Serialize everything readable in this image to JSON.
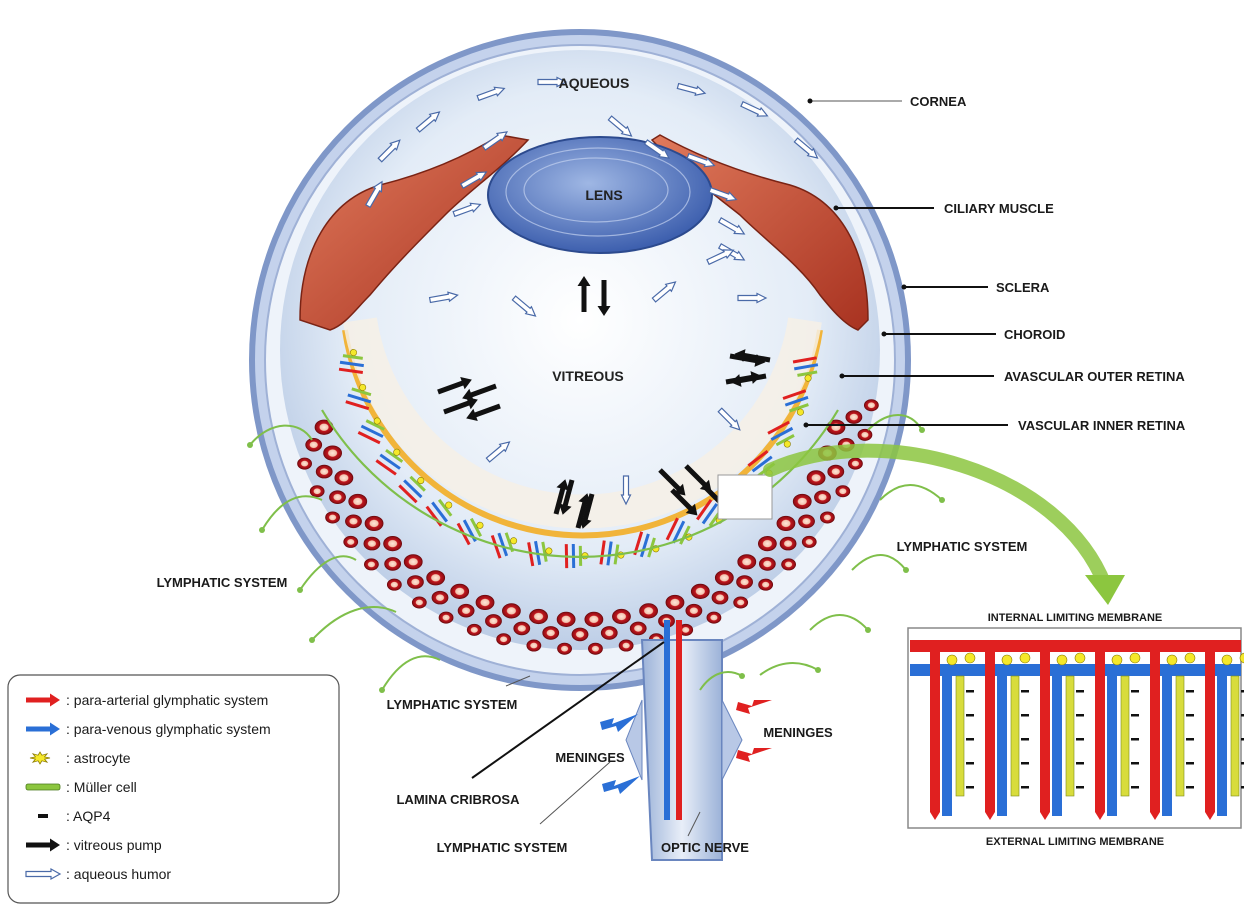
{
  "labels": {
    "aqueous": "AQUEOUS",
    "lens": "LENS",
    "vitreous": "VITREOUS",
    "cornea": "CORNEA",
    "ciliary_muscle": "CILIARY MUSCLE",
    "sclera": "SCLERA",
    "choroid": "CHOROID",
    "avascular_outer_retina": "AVASCULAR OUTER RETINA",
    "vascular_inner_retina": "VASCULAR INNER RETINA",
    "lymphatic_left": "LYMPHATIC SYSTEM",
    "lymphatic_right": "LYMPHATIC SYSTEM",
    "lymphatic_bottom": "LYMPHATIC SYSTEM",
    "lymphatic_lower": "LYMPHATIC SYSTEM",
    "meninges_left": "MENINGES",
    "meninges_right": "MENINGES",
    "lamina_cribrosa": "LAMINA CRIBROSA",
    "optic_nerve": "OPTIC NERVE"
  },
  "inset": {
    "top_label": "INTERNAL LIMITING MEMBRANE",
    "bottom_label": "EXTERNAL LIMITING MEMBRANE"
  },
  "legend": {
    "items": [
      {
        "symbol": "red-arrow",
        "text": ": para-arterial glymphatic system"
      },
      {
        "symbol": "blue-arrow",
        "text": ": para-venous glymphatic system"
      },
      {
        "symbol": "astrocyte",
        "text": ": astrocyte"
      },
      {
        "symbol": "muller-cell",
        "text": ": Müller cell"
      },
      {
        "symbol": "aqp4",
        "text": ": AQP4"
      },
      {
        "symbol": "black-arrow",
        "text": ": vitreous pump"
      },
      {
        "symbol": "outline-arrow",
        "text": ": aqueous humor"
      }
    ]
  },
  "colors": {
    "arterial": "#e02020",
    "venous": "#2a6fd6",
    "astrocyte": "#f5e82a",
    "muller": "#8cc63f",
    "choroid": "#b0141c",
    "sclera": "#7f97c8",
    "lymphatic": "#7fbf4a",
    "muscle": "#c8462e"
  }
}
